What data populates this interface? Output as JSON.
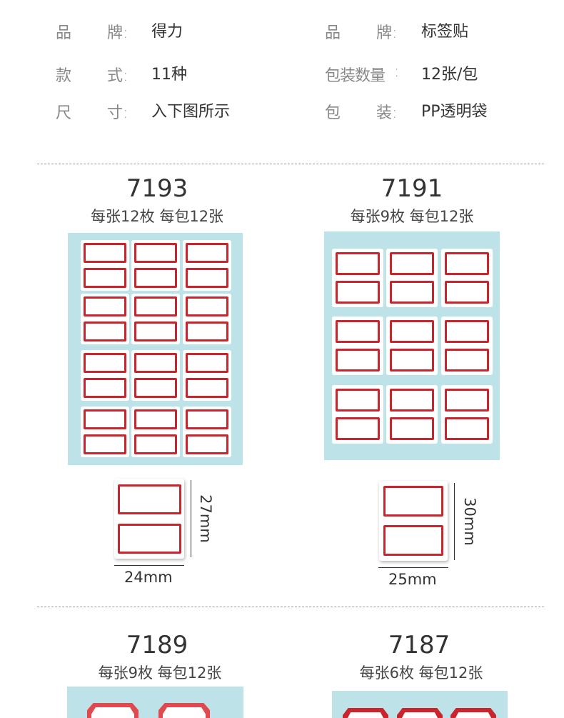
{
  "specs": {
    "left": [
      {
        "label_a": "品",
        "label_b": "牌:",
        "value": "得力"
      },
      {
        "label_a": "款",
        "label_b": "式:",
        "value": "11种"
      },
      {
        "label_a": "尺",
        "label_b": "寸:",
        "value": "入下图所示"
      }
    ],
    "right": [
      {
        "label_a": "品",
        "label_b": "牌:",
        "value": "标签贴"
      },
      {
        "label_a": "包装数量",
        "label_b": ":",
        "value": "12张/包"
      },
      {
        "label_a": "包",
        "label_b": "装:",
        "value": "PP透明袋"
      }
    ]
  },
  "products": [
    {
      "code": "7193",
      "desc": "每张12枚  每包12张",
      "width": "24mm",
      "height": "27mm"
    },
    {
      "code": "7191",
      "desc": "每张9枚  每包12张",
      "width": "25mm",
      "height": "30mm"
    },
    {
      "code": "7189",
      "desc": "每张9枚  每包12张"
    },
    {
      "code": "7187",
      "desc": "每张6枚  每包12张"
    }
  ],
  "colors": {
    "sheet": "#bde3e8",
    "label_border": "#c8262c"
  }
}
